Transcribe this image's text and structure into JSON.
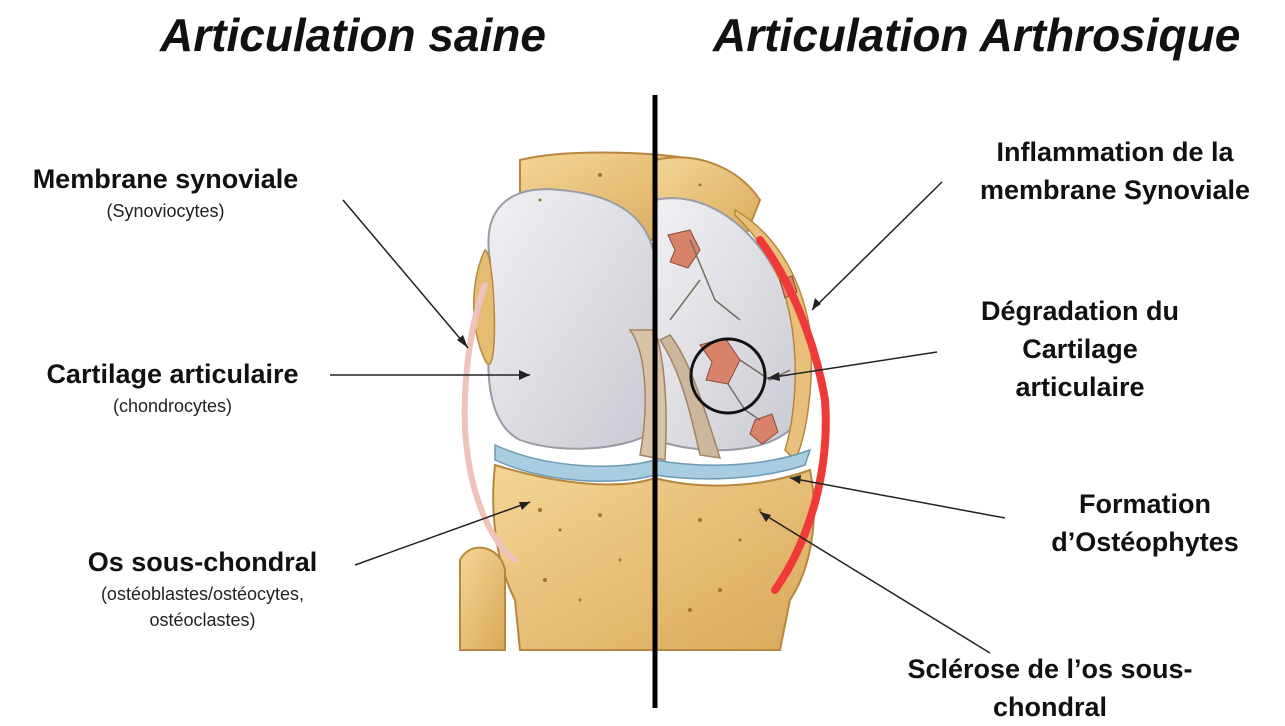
{
  "titles": {
    "left": "Articulation saine",
    "right": "Articulation Arthrosique"
  },
  "left_labels": [
    {
      "title": "Membrane synoviale",
      "sub": "(Synoviocytes)"
    },
    {
      "title": "Cartilage articulaire",
      "sub": "(chondrocytes)"
    },
    {
      "title": "Os sous-chondral",
      "sub_line1": "(ostéoblastes/ostéocytes,",
      "sub_line2": "ostéoclastes)"
    }
  ],
  "right_labels": [
    {
      "line1": "Inflammation de la",
      "line2": "membrane Synoviale"
    },
    {
      "line1": "Dégradation du",
      "line2": "Cartilage",
      "line3": "articulaire"
    },
    {
      "line1": "Formation",
      "line2": "d’Ostéophytes"
    },
    {
      "line1": "Sclérose de l’os sous-",
      "line2": "chondral"
    }
  ],
  "colors": {
    "bone": "#e9c27a",
    "cartilage": "#dcdde2",
    "meniscus": "#a9cde0",
    "inflammation": "#f03a3a",
    "healthy_synovium": "#efc3bb",
    "lesion": "#d9826a"
  }
}
